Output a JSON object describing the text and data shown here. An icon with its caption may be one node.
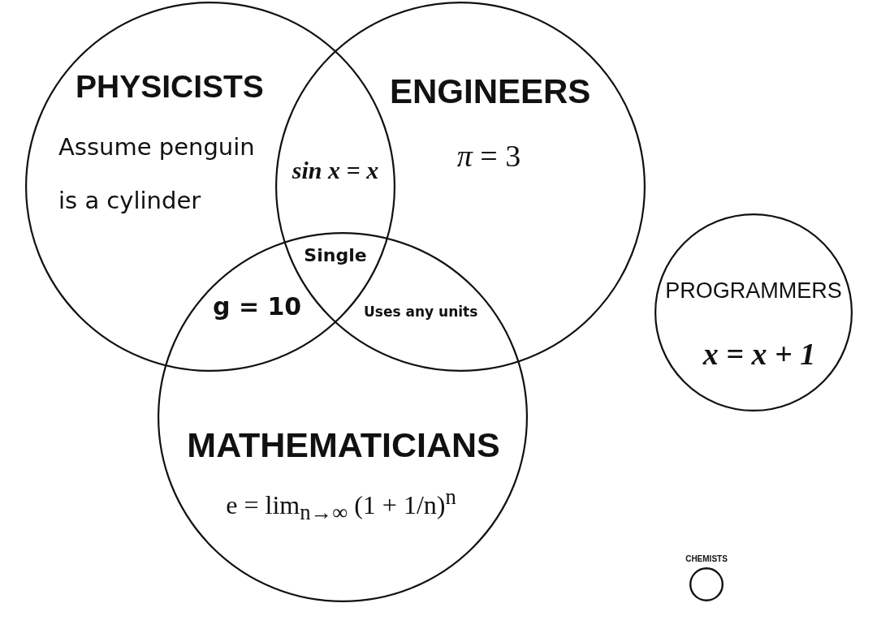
{
  "diagram": {
    "nodes": [
      {
        "text": [
          "PHYSICISTS",
          "Assume penguin is a cylinder"
        ]
      },
      {
        "text": [
          "ENGINEERS",
          "*π* = 3"
        ]
      },
      {
        "text": [
          "PROGRAMMERS",
          "x = x + 1"
        ]
      },
      {
        "text": [
          "MATHEMATICIANS",
          "e = lim$_{n→∞}$ (1 + 1/n)$^{n}$"
        ]
      },
      {
        "text": [
          "CHEMISTS"
        ]
      }
    ],
    "labels": [
      "sin x = x",
      "Single",
      "g = 10",
      "Uses any units"
    ]
  }
}
